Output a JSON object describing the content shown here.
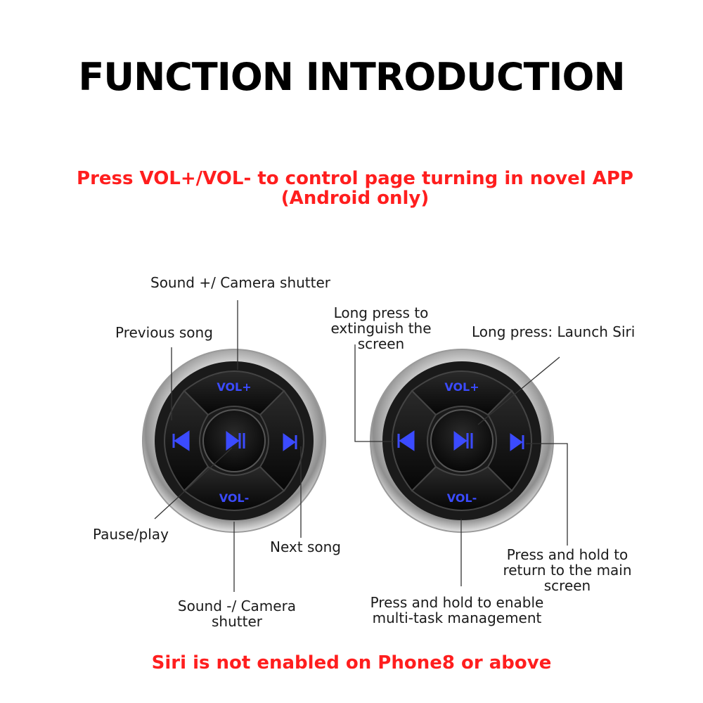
{
  "title": "FUNCTION INTRODUCTION",
  "subtitle": {
    "line1": "Press VOL+/VOL- to control page turning in novel APP",
    "line2": "(Android only)"
  },
  "left_controller": {
    "vol_up": "VOL+",
    "vol_down": "VOL-",
    "labels": {
      "sound_up": "Sound +/ Camera shutter",
      "previous": "Previous song",
      "pause_play": "Pause/play",
      "next": "Next song",
      "sound_down_line1": "Sound -/ Camera",
      "sound_down_line2": "shutter"
    }
  },
  "right_controller": {
    "vol_up": "VOL+",
    "vol_down": "VOL-",
    "labels": {
      "long_press_line1": "Long press to",
      "long_press_line2": "extinguish the",
      "long_press_line3": "screen",
      "siri": "Long press: Launch Siri",
      "hold_main_line1": "Press and hold to",
      "hold_main_line2": "return to the main",
      "hold_main_line3": "screen",
      "multitask_line1": "Press and hold to enable",
      "multitask_line2": "multi-task management"
    }
  },
  "footer": "Siri is not enabled on Phone8 or above",
  "colors": {
    "accent_red": "#ff1e1e",
    "button_blue": "#3b4bff",
    "button_black": "#111111"
  }
}
